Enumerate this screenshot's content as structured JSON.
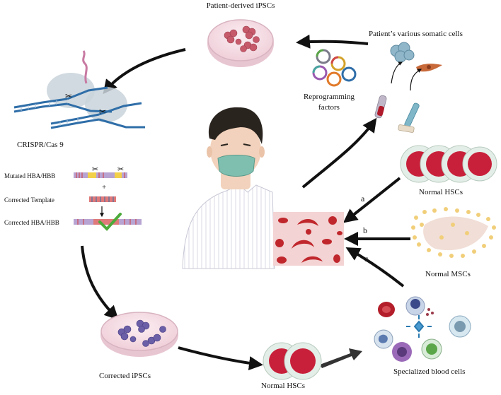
{
  "labels": {
    "patient_ipscs": "Patient-derived iPSCs",
    "somatic_cells": "Patient’s various somatic cells",
    "reprogramming_line1": "Reprogramming",
    "reprogramming_line2": "factors",
    "crispr": "CRISPR/Cas 9",
    "mutated": "Mutated HBA/HBB",
    "plus": "+",
    "corrected_template": "Corrected Template",
    "corrected_hba": "Corrected HBA/HBB",
    "normal_hscs_right": "Normal HSCs",
    "normal_mscs": "Normal MSCs",
    "specialized": "Specialized blood cells",
    "corrected_ipscs": "Corrected iPSCs",
    "normal_hscs_bottom": "Normal HSCs",
    "route_a": "a",
    "route_b": "b",
    "route_c": "c"
  },
  "colors": {
    "arrow": "#111111",
    "dish_fill": "#f6dfe6",
    "dish_rim": "#c9a5b2",
    "ipsc_patient": "#c65a6b",
    "ipsc_corrected": "#6b5fa8",
    "hsc_outer": "#e4eee8",
    "hsc_inner": "#c8203a",
    "blood_bg": "#f3d3d3",
    "sickle_cell": "#c0272d",
    "dna_blue": "#2f6ea8",
    "dna_red": "#d23a3a",
    "check_green": "#4caa3a",
    "msc_dot": "#f1cf7a",
    "mask": "#7fbfb0"
  }
}
